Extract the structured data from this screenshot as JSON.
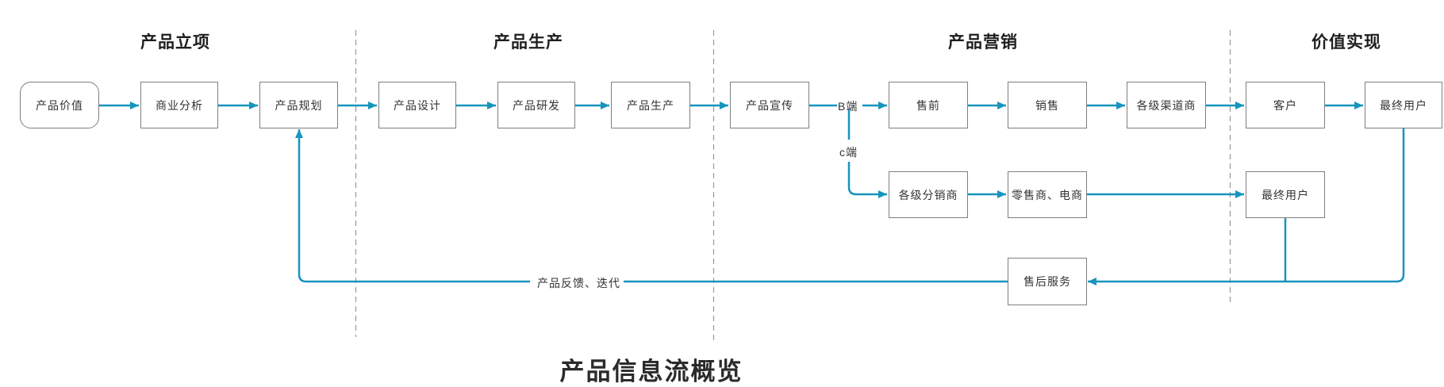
{
  "diagram": {
    "title": "产品信息流概览",
    "accent_color": "#1794be",
    "divider_color": "#999999",
    "node_border_color": "#7f7f7f",
    "sections": [
      {
        "label": "产品立项"
      },
      {
        "label": "产品生产"
      },
      {
        "label": "产品营销"
      },
      {
        "label": "价值实现"
      }
    ],
    "nodes": {
      "product_value": "产品价值",
      "business_analysis": "商业分析",
      "product_planning": "产品规划",
      "product_design": "产品设计",
      "product_rnd": "产品研发",
      "product_production": "产品生产",
      "product_promotion": "产品宣传",
      "presales": "售前",
      "sales": "销售",
      "channel_dealers": "各级渠道商",
      "customer": "客户",
      "end_user_b": "最终用户",
      "distributors": "各级分销商",
      "retailers_ecommerce": "零售商、电商",
      "end_user_c": "最终用户",
      "after_sales": "售后服务"
    },
    "edge_labels": {
      "b_side": "B端",
      "c_side": "c端",
      "feedback": "产品反馈、迭代"
    }
  }
}
